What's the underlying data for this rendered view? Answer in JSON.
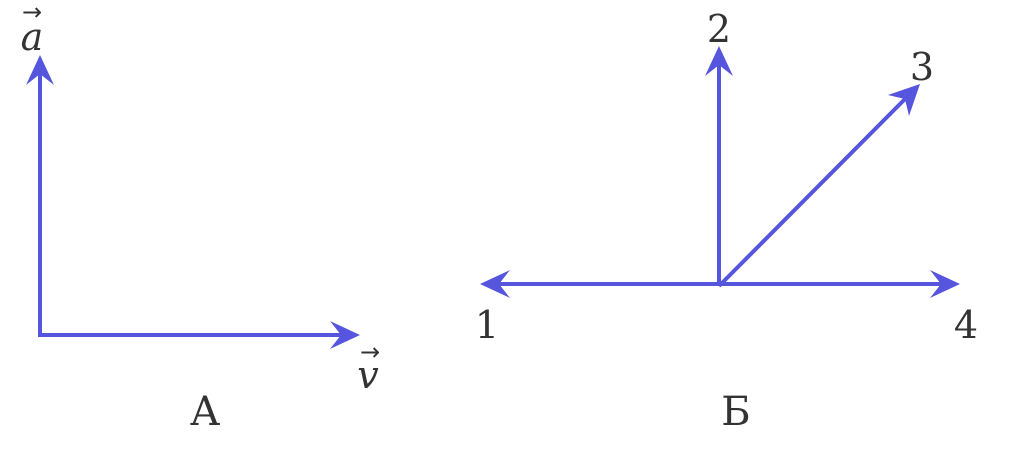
{
  "colors": {
    "arrow": "#5555dd",
    "text": "#333333"
  },
  "panel_a": {
    "label": "А",
    "acceleration_symbol": "a",
    "velocity_symbol": "v",
    "vector_mark": "→"
  },
  "panel_b": {
    "label": "Б",
    "directions": [
      {
        "number": "1",
        "direction": "left"
      },
      {
        "number": "2",
        "direction": "up"
      },
      {
        "number": "3",
        "direction": "up-right"
      },
      {
        "number": "4",
        "direction": "right"
      }
    ]
  }
}
